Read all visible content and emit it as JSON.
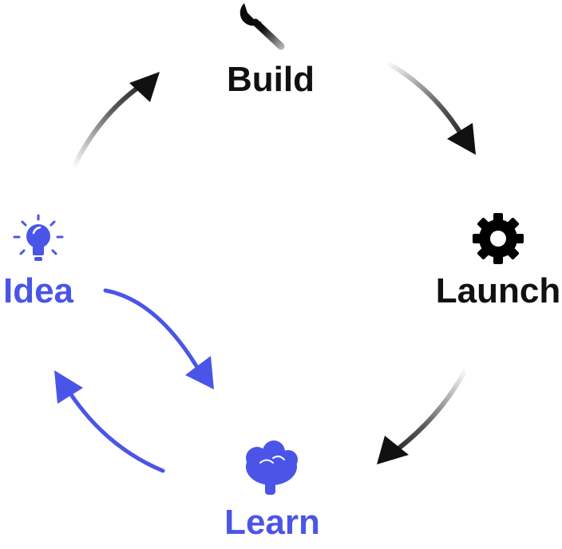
{
  "colors": {
    "accent": "#4a55e8",
    "dark": "#111111"
  },
  "nodes": {
    "build": {
      "label": "Build",
      "icon": "wrench-icon"
    },
    "launch": {
      "label": "Launch",
      "icon": "gear-icon"
    },
    "learn": {
      "label": "Learn",
      "icon": "brain-icon"
    },
    "idea": {
      "label": "Idea",
      "icon": "lightbulb-icon"
    }
  }
}
